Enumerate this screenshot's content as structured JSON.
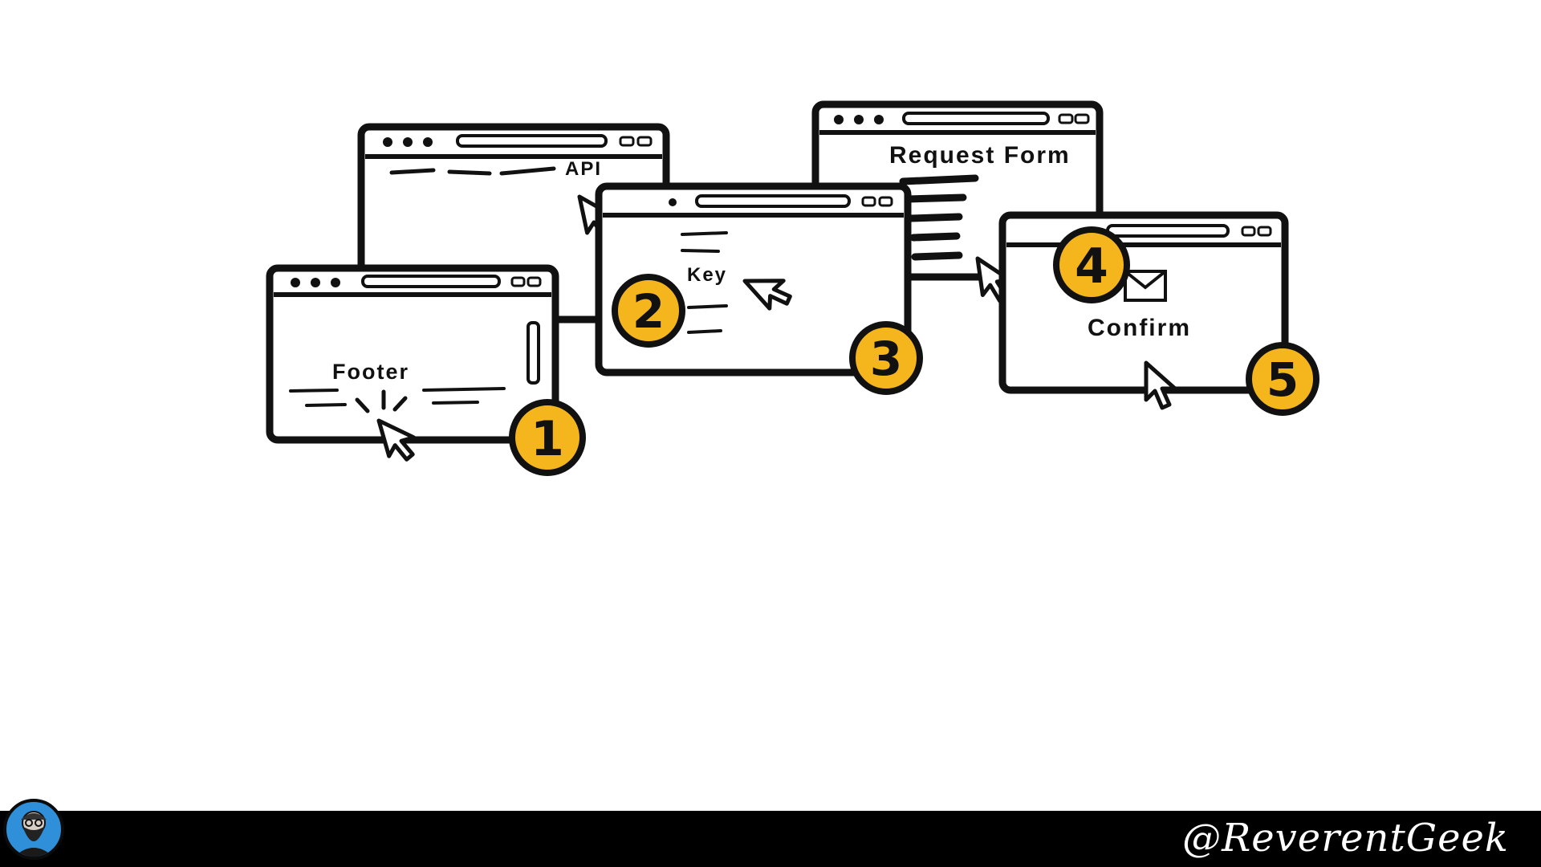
{
  "colors": {
    "badge": "#f5b51c",
    "ink": "#111111",
    "footer": "#000000",
    "avatar_bg": "#2f8fd8"
  },
  "steps": [
    {
      "number": "1",
      "label": "Footer"
    },
    {
      "number": "2",
      "label": "API"
    },
    {
      "number": "3",
      "label": "Key"
    },
    {
      "number": "4",
      "label": "Request Form"
    },
    {
      "number": "5",
      "label": "Confirm"
    }
  ],
  "footer": {
    "handle": "@ReverentGeek"
  },
  "icons": {
    "cursor": "cursor-arrow-icon",
    "envelope": "envelope-icon",
    "avatar": "bearded-avatar-icon"
  }
}
